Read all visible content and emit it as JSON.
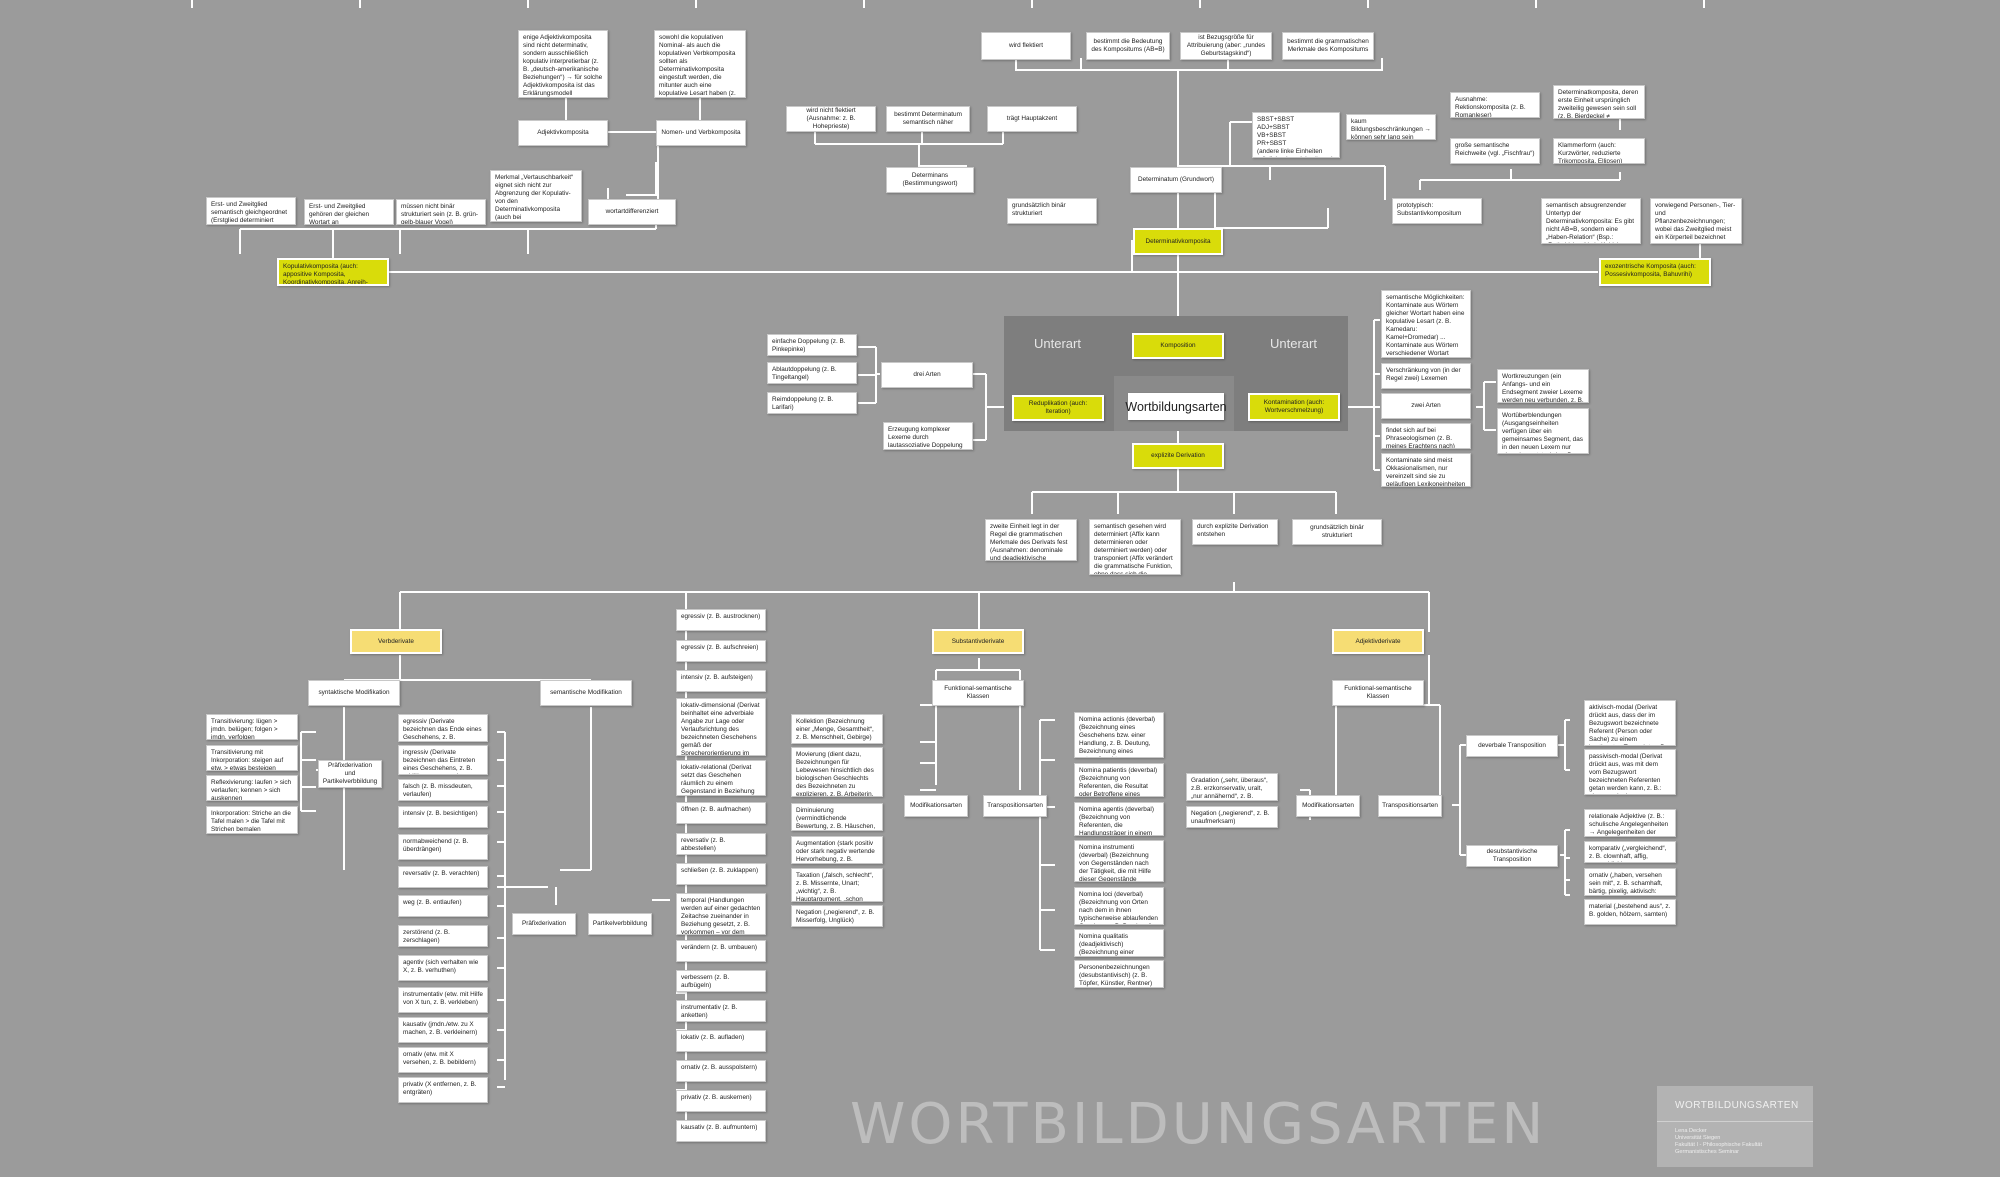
{
  "title": "WORTBILDUNGSARTEN",
  "info": {
    "title": "WORTBILDUNGSARTEN",
    "meta": "Lena Decker\nUniversität Siegen\nFakultät I - Philosophische Fakultät\nGermanistisches Seminar"
  },
  "center": {
    "label": "Wortbildungsarten",
    "unterart_left": "Unterart",
    "unterart_right": "Unterart"
  },
  "colors": {
    "background": "#9b9b9b",
    "highlight": "#d9dc0a",
    "subhighlight": "#f6dd74",
    "line": "#ffffff"
  },
  "boxes": {
    "b001": "wird flektiert",
    "b002": "bestimmt die Bedeutung des Kompositums (AB=B)",
    "b003": "ist Bezugsgröße für Attribuierung (aber: „rundes Geburtstagskind“)",
    "b004": "bestimmt die grammatischen Merkmale des Kompositums",
    "b005": "enige Adjektivkomposita sind nicht determinativ, sondern ausschließlich kopulativ interpretierbar (z. B. „deutsch-amerikanische Beziehungen“) → für solche Adjektivkomposita ist das Erklärungsmodell „Kopulativkompositum“ notwendig",
    "b006": "sowohl die kopulativen Nominal- als auch die kopulativen Verbkomposita sollten als Determinativkomposita eingestuft werden, die mitunter auch eine kopulative Lesart haben (z. B. „Maler-Schriftsteller“ – kopulativ: Maler=Schriftsteller; determinativ: Schriftsteller, der auch malt)",
    "b007": "wird nicht flektiert (Ausnahme: z. B. Hoheprieste)",
    "b008": "bestimmt Determinatum semantisch näher",
    "b009": "trägt Hauptakzent",
    "b010": "SBST+SBST\nADJ+SBST\nVB+SBST\nPR+SBST\n(andere linke Einheiten möglich, aber viel seltener)",
    "b011": "kaum Bildungsbeschränkungen → können sehr lang sein („Bandwurmkomposita“)",
    "b012": "Ausnahme: Rektionskomposita (z. B. Romanleser)",
    "b013": "Determinatkomposita, deren erste Einheit ursprünglich zweiteilig gewesen sein soll (z. B. Bierdeckel ≠ Biergladeckel)",
    "b014": "große semantische Reichweite (vgl. „Fischfrau“)",
    "b015": "Klammerform (auch: Kurzwörter, reduzierte Trikomposita, Ellipsen)",
    "b016": "Adjektivkomposita",
    "b017": "Nomen- und Verbkomposita",
    "b018": "Merkmal „Vertauschbarkeit“ eignet sich nicht zur Abgrenzung der Kopulativ- von den Determinativkomposita (auch bei Kopulativkomposita sind Vertauschungen häufig nicht möglich → z. B. schwarz-rot-goldene Flagge)",
    "b019": "Determinans (Bestimmungswort)",
    "b020": "Determinatum (Grundwort)",
    "b021": "Erst- und Zweitglied semantisch gleichgeordnet (Erstglied determiniert Zweitglied nicht)",
    "b022": "Erst- und Zweitglied gehören der gleichen Wortart an",
    "b023": "müssen nicht binär strukturiert sein (z. B. grün-gelb-blauer Vogel)",
    "b024": "wortartdifferenziert",
    "b025": "grundsätzlich binär strukturiert",
    "b026": "prototypisch: Substantivkompositum",
    "b027": "semantisch absugrenzender Untertyp der Determinativkomposita: Es gibt nicht AB=B, sondern eine „Haben-Relation“ (Bsp.: „Rotkehlchen“ kein Kehlchen, sondern Vogel, der ein rotes Kehlchen hat)",
    "b028": "vorwiegend Personen-, Tier- und Pflanzenbezeichnungen; wobei das Zweitglied meist ein Körperteil bezeichnet",
    "b029": "Determinativkomposita",
    "b030": "Kopulativkomposita (auch: appositive Komposita, Koordinativkomposita, Anreih-Komposita...)",
    "b031": "exozentrische Komposita (auch: Possesivkomposita, Bahuvrihi)",
    "b032": "semantische Möglichkeiten: Kontaminate aus Wörtern gleicher Wortart haben eine kopulative Lesart (z. B. Kamedaru: Kamel+Dromedar) ... Kontaminate aus Wörtern verschiedener Wortart können nur determinativ gelesen werden (z. B. Schreibtisch → paradiesisch fürs Fahrrad)",
    "b033": "Verschränkung von (in der Regel zwei) Lexemen",
    "b034": "zwei Arten",
    "b035": "findet sich auf bei Phraseologismen (z. B. meines Erachtens nach)",
    "b036": "Kontaminate sind meist Okkasionalismen, nur vereinzelt sind sie zu geläufigen Lexikoneinheiten geworden (z. B. jein)",
    "b037": "Wortkreuzungen (ein Anfangs- und ein Endsegment zweier Lexeme werden neu verbunden, z. B. Mammufant)",
    "b038": "Wortüberblendungen (Ausgangseinheiten verfügen über ein gemeinsames Segment, das in den neuen Lexem nur einmal genutzt wird, z. B. Kurlaub)",
    "b039": "einfache Doppelung (z. B. Pinkepinke)",
    "b040": "Ablautdoppelung (z. B. Tingeltangel)",
    "b041": "Reimdoppelung (z. B. Larifari)",
    "b042": "drei Arten",
    "b043": "Erzeugung komplexer Lexeme durch lautassoziative Doppelung einer Konstituente",
    "b044": "Komposition",
    "b045": "Reduplikation (auch: Iteration)",
    "b046": "Kontamination (auch: Wortverschmelzung)",
    "b047": "explizite Derivation",
    "b048": "zweite Einheit legt in der Regel die grammatischen Merkmale des Derivats fest (Ausnahmen: denominale und deadjektivische Präfixverben)",
    "b049": "semantisch gesehen wird determiniert (Affix kann determinieren oder determiniert werden) oder transponiert (Affix verändert die grammatische Funktion, ohne dass sich die kategorielle Bedeutung verändert)",
    "b050": "durch explizite Derivation entstehen",
    "b051": "grundsätzlich binär strukturiert",
    "b052": "Verbderivate",
    "b053": "Substantivderivate",
    "b054": "Adjektivderivate",
    "b055": "syntaktische Modifikation",
    "b056": "semantische Modifikation",
    "b057": "Funktional-semantische Klassen",
    "b058": "Funktional-semantische Klassen",
    "b059": "Transitivierung: lügen > jmdn. belügen; folgen > jmdn. verfolgen",
    "b060": "Transitivierung mit Inkorporation: steigen auf etw. > etwas besteigen",
    "b061": "Reflexivierung: laufen > sich verlaufen; kennen > sich auskennen",
    "b062": "Inkorporation: Striche an die Tafel malen > die Tafel mit Strichen bemalen",
    "b063": "Präfixderivation und Partikelverbbildung",
    "b064": "egressiv (Derivate bezeichnen das Ende eines Geschehens, z. B. verblühen)",
    "b065": "ingressiv (Derivate bezeichnen das Eintreten eines Geschehens, z. B. erblühen, ergrauen)",
    "b066": "falsch (z. B. missdeuten, verlaufen)",
    "b067": "intensiv (z. B. besichtigen)",
    "b068": "normabweichend (z. B. überdrängen)",
    "b069": "reversativ (z. B. verachten)",
    "b070": "weg (z. B. entlaufen)",
    "b071": "zerstörend (z. B. zerschlagen)",
    "b072": "agentiv (sich verhalten wie X, z. B. verhuthen)",
    "b073": "instrumentativ (etw. mit Hilfe von X tun, z. B. verkleben)",
    "b074": "kausativ (jmdn./etw. zu X machen, z. B. verkleinern)",
    "b075": "ornativ (etw. mit X versehen, z. B. bebildern)",
    "b076": "privativ (X entfernen, z. B. entgräten)",
    "b077": "Präfixderivation",
    "b078": "Partikelverbbildung",
    "b079": "egressiv (z. B. austrocknen)",
    "b080": "egressiv (z. B. aufschreien)",
    "b081": "intensiv (z. B. aufsteigen)",
    "b082": "lokativ-dimensional (Derivat beinhaltet eine adverbiale Angabe zur Lage oder Verlaufsrichtung des bezeichneten Geschehens gemäß der Sprecherorientierung im dreidimensionalen Raum, z.B. aufschauen – nach oben schauen)",
    "b083": "lokativ-relational (Derivat setzt das Geschehen räumlich zu einem Gegenstand in Beziehung z.B. etw. ankleben – an die Wand kleben)",
    "b084": "öffnen (z. B. aufmachen)",
    "b085": "reversativ (z. B. abbestellen)",
    "b086": "schließen (z. B. zuklappen)",
    "b087": "temporal (Handlungen werden auf einer gedachten Zeitachse zueinander in Beziehung gesetzt, z. B. vorkommen – vor dem eigentlichen Konzerten kennen)",
    "b088": "verändern (z. B. umbauen)",
    "b089": "verbessern (z. B. aufbügeln)",
    "b090": "instrumentativ (z. B. anketten)",
    "b091": "lokativ (z. B. aufladen)",
    "b092": "ornativ (z. B. ausspolstern)",
    "b093": "privativ (z. B. auskernen)",
    "b094": "kausativ (z. B. aufmuntern)",
    "b095": "Kollektion (Bezeichnung einer „Menge, Gesamtheit“, z. B. Menschheit, Gebirge)",
    "b096": "Movierung (dient dazu, Bezeichnungen für Lebewesen hinsichtlich des biologischen Geschlechts des Bezeichneten zu explizieren, z. B. Arbeiterin, vgl. auch Phänomen „Hypology“ → z. B. „Zauberin“ und nicht „Zauberern“)",
    "b097": "Diminuierung (vermindtlichende Bewertung, z. B. Häuschen, Bächlein)",
    "b098": "Augmentation (stark positiv oder stark negativ wertende Hervorhebung, z. B. Urnahme, Erzfeind)",
    "b099": "Taxation („falsch, schlecht“, z. B. Missernte, Unart; „wichtig“, z. B. Hauptargument, „schon immer“, z. B. Urwald)",
    "b100": "Negation („negierend“, z. B. Misserfolg, Unglück)",
    "b101": "Modifikationsarten",
    "b102": "Transpositionsarten",
    "b103": "Nomina actionis (deverbal) (Bezeichnung eines Geschehens bzw. einer Handlung, z. B. Deutung, Bezeichnung eines unterwünschten Geschehens, z. B. Gehüpfe)",
    "b104": "Nomina patientis (deverbal) (Bezeichnung von Referenten, die Resultat oder Betroffene eines Geschehens sind, z. B. Prüfling)",
    "b105": "Nomina agentis (deverbal) (Bezeichnung von Referenten, die Handlungsträger in einem Geschehen sind, z. B. Raucher)",
    "b106": "Nomina instrumenti (deverbal) (Bezeichnung von Gegenständen nach der Tätigkeit, die mit Hilfe dieser Gegenstände ausgeführt werden kann, z. B. Drucker)",
    "b107": "Nomina loci (deverbal) (Bezeichnung von Orten nach dem in ihnen typischerweise ablaufenden Geschen, z. B. Druckerei)",
    "b108": "Nomina qualitatis (deadjektivisch) (Bezeichnung einer Eigenschaft, z. B. Blindheit, Heiterkeit)",
    "b109": "Personenbezeichnungen (desubstantivisch) (z. B. Töpfer, Künstler, Rentner)",
    "b110": "Gradation („sehr, überaus“, z.B. erzkonservativ, uralt, „nur annähernd“, z. B. rötlich)",
    "b111": "Negation („negierend“, z. B. unaufmerksam)",
    "b112": "Modifikationsarten",
    "b113": "Transpositionsarten",
    "b114": "deverbale Transposition",
    "b115": "aktivisch-modal (Derivat drückt aus, dass der im Bezugswort bezeichnete Referent (Person oder Sache) zu einem bestimmten Tun neigt, z. B.: ein schweigsamer Schüler neigt zum Schweigen)",
    "b116": "passivisch-modal (Derivat drückt aus, was mit dem vom Bezugswort bezeichneten Referenten getan werden kann, z. B.: eine annehmbare Entscheidung kann angenommen werden)",
    "b117": "desubstantivische Transposition",
    "b118": "relationale Adjektive (z. B.: schulische Angelegenheiten → Angelegenheiten der Schule)",
    "b119": "komparativ („vergleichend“, z. B. clownhaft, affig, menschlich)",
    "b120": "ornativ („haben, versehen sein mit“, z. B. schamhaft, bärtig, pixelig, aktivisch: privativ („nicht haben“, z. B. kraftlos)",
    "b121": "material („bestehend aus“, z. B. golden, hölzern, samten)"
  }
}
